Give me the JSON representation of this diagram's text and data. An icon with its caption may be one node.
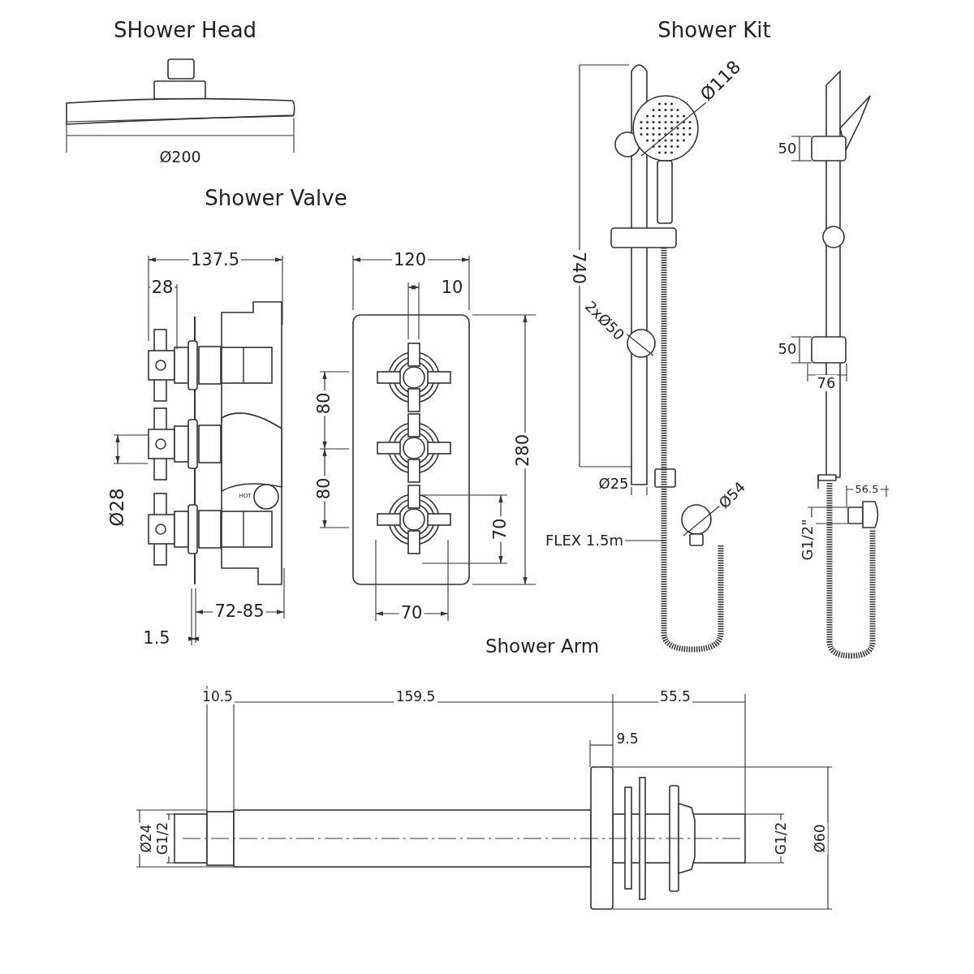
{
  "diagram": {
    "nodes": [
      {
        "text": [
          "FLEX 1.5m"
        ]
      },
      {
        "text": [],
        "shape": "picture"
      }
    ],
    "edges": [
      {
        "from": 0,
        "to": 1,
        "arrow": "none"
      }
    ],
    "labels": [
      "SHower Head",
      "Shower Kit",
      "Ø118",
      "Ø200",
      "50",
      "Shower Valve",
      "740",
      "137.5",
      "120",
      "28",
      "10",
      "2xØ50",
      "50",
      "76",
      "80",
      "80",
      "280",
      "Ø28",
      "HOT",
      "70",
      "Ø25",
      "Ø54",
      "56.5",
      "G1/2\"",
      "72-85",
      "70",
      "1.5",
      "Shower Arm",
      "10.5",
      "159.5",
      "55.5",
      "9.5",
      "Ø24",
      "G1/2",
      "G1/2",
      "Ø60"
    ]
  }
}
